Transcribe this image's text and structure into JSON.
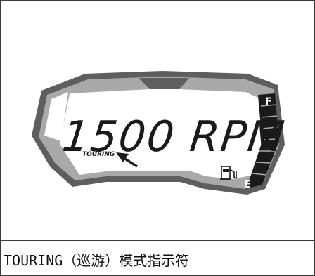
{
  "display": {
    "rpm_readout": "1500 RPM",
    "mode_label": "TOURING",
    "fuel_full_marker": "F",
    "fuel_empty_marker": "E",
    "fuel_icon": "fuel-pump-icon",
    "arrow_icon": "pointer-arrow-icon"
  },
  "caption": {
    "text": "TOURING（巡游）模式指示符"
  },
  "colors": {
    "bezel_outer": "#5e5e5e",
    "bezel_inner": "#a9a9a9",
    "lcd_background": "#ffffff",
    "segment_ink": "#1a1a1a",
    "frame": "#3a3a3a"
  }
}
